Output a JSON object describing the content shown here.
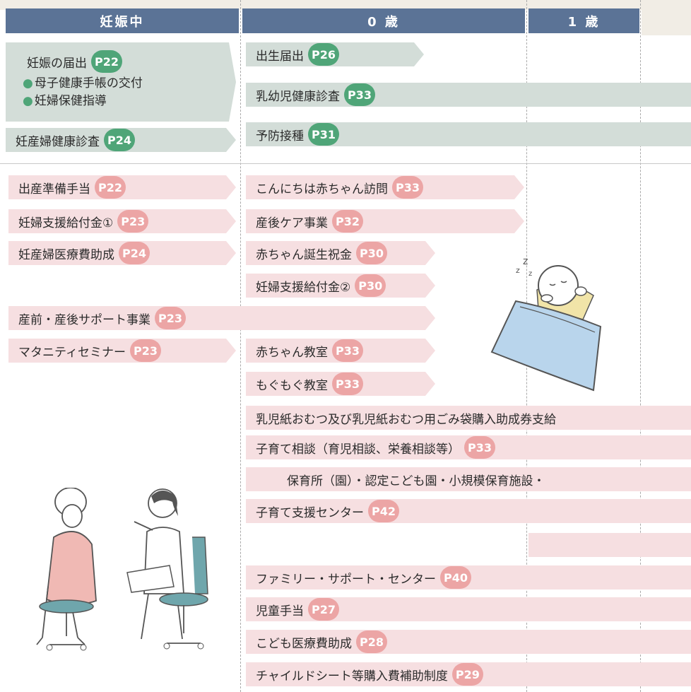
{
  "header": {
    "pregnancy": "妊娠中",
    "age0": "0 歳",
    "age1": "1 歳"
  },
  "prenatal": {
    "notification": {
      "label": "妊娠の届出",
      "page": "P22"
    },
    "bullets": [
      "母子健康手帳の交付",
      "妊婦保健指導"
    ],
    "checkup": {
      "label": "妊産婦健康診査",
      "page": "P24"
    }
  },
  "health": [
    {
      "label": "出生届出",
      "page": "P26"
    },
    {
      "label": "乳幼児健康診査",
      "page": "P33"
    },
    {
      "label": "予防接種",
      "page": "P31"
    }
  ],
  "services": {
    "prep_allowance": {
      "label": "出産準備手当",
      "page": "P22"
    },
    "visit": {
      "label": "こんにちは赤ちゃん訪問",
      "page": "P33"
    },
    "support1": {
      "label": "妊婦支援給付金①",
      "page": "P23"
    },
    "postpartum_care": {
      "label": "産後ケア事業",
      "page": "P32"
    },
    "medical_aid": {
      "label": "妊産婦医療費助成",
      "page": "P24"
    },
    "birth_gift": {
      "label": "赤ちゃん誕生祝金",
      "page": "P30"
    },
    "support2": {
      "label": "妊婦支援給付金②",
      "page": "P30"
    },
    "pre_post_support": {
      "label": "産前・産後サポート事業",
      "page": "P23"
    },
    "maternity_seminar": {
      "label": "マタニティセミナー",
      "page": "P23"
    },
    "baby_class": {
      "label": "赤ちゃん教室",
      "page": "P33"
    },
    "mogumogu_class": {
      "label": "もぐもぐ教室",
      "page": "P33"
    },
    "diaper": {
      "label": "乳児紙おむつ及び乳児紙おむつ用ごみ袋購入助成券支給"
    },
    "consult": {
      "label": "子育て相談（育児相談、栄養相談等）",
      "page": "P33"
    },
    "nursery": {
      "label": "保育所（園）・認定こども園・小規模保育施設・"
    },
    "support_center": {
      "label": "子育て支援センター",
      "page": "P42"
    },
    "family_support": {
      "label": "ファミリー・サポート・センター",
      "page": "P40"
    },
    "child_allowance": {
      "label": "児童手当",
      "page": "P27"
    },
    "child_medical": {
      "label": "こども医療費助成",
      "page": "P28"
    },
    "child_seat": {
      "label": "チャイルドシート等購入費補助制度",
      "page": "P29"
    }
  },
  "colors": {
    "header": "#5b7396",
    "green_bar": "#d3ddd8",
    "pink_bar": "#f6dfe1",
    "green_badge": "#4fa578",
    "pink_badge": "#eca5a5"
  }
}
